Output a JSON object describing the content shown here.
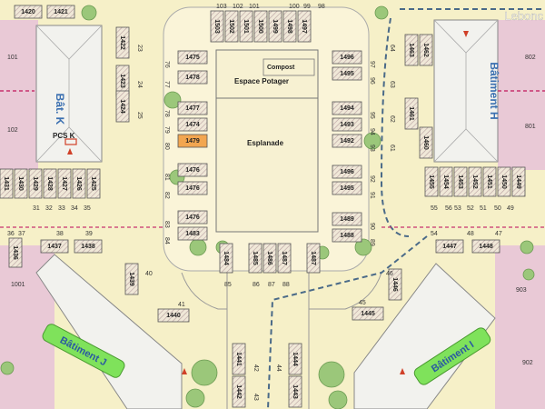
{
  "watermark": "Lebonc",
  "colors": {
    "ground": "#f6f0c8",
    "building_pink": "#e9c9d6",
    "roof": "#f2f2ee",
    "esplanade": "#f7f1d2",
    "parking": "#faf4d8",
    "hatch": "#b8a0a0",
    "highlight": "#f2a650",
    "green_label": "#7fe25b",
    "tree": "#9bc77a",
    "accent_red": "#d04028",
    "dash_blue": "#4a6a88",
    "pink_dash": "#c8326e",
    "label_blue": "#3a6fb0"
  },
  "buildings": {
    "k": "Bât. K",
    "h": "Bâtiment H",
    "j": "Bâtiment J",
    "i": "Bâtiment I"
  },
  "zones": {
    "compost": "Compost",
    "potager": "Espace Potager",
    "esplanade": "Esplanade",
    "pcs": "PCS K"
  },
  "slots": [
    {
      "n": "1420",
      "t": ""
    },
    {
      "n": "1421",
      "t": ""
    },
    {
      "n": "1503",
      "t": ""
    },
    {
      "n": "1502",
      "t": ""
    },
    {
      "n": "1501",
      "t": ""
    },
    {
      "n": "1500",
      "t": ""
    },
    {
      "n": "1499",
      "t": ""
    },
    {
      "n": "1498",
      "t": ""
    },
    {
      "n": "1497",
      "t": ""
    },
    {
      "n": "1475",
      "t": ""
    },
    {
      "n": "1478",
      "t": ""
    },
    {
      "n": "1477",
      "t": ""
    },
    {
      "n": "1474",
      "t": ""
    },
    {
      "n": "1479",
      "t": "hl"
    },
    {
      "n": "1476",
      "t": ""
    },
    {
      "n": "1476",
      "t": ""
    },
    {
      "n": "1476",
      "t": ""
    },
    {
      "n": "1483",
      "t": ""
    },
    {
      "n": "1496",
      "t": ""
    },
    {
      "n": "1495",
      "t": ""
    },
    {
      "n": "1494",
      "t": ""
    },
    {
      "n": "1493",
      "t": ""
    },
    {
      "n": "1492",
      "t": ""
    },
    {
      "n": "1496",
      "t": ""
    },
    {
      "n": "1495",
      "t": ""
    },
    {
      "n": "1489",
      "t": ""
    },
    {
      "n": "1488",
      "t": ""
    },
    {
      "n": "1484",
      "t": ""
    },
    {
      "n": "1485",
      "t": ""
    },
    {
      "n": "1486",
      "t": ""
    },
    {
      "n": "1487",
      "t": ""
    },
    {
      "n": "1487",
      "t": ""
    },
    {
      "n": "1422",
      "t": ""
    },
    {
      "n": "1423",
      "t": ""
    },
    {
      "n": "1424",
      "t": ""
    },
    {
      "n": "1431",
      "t": ""
    },
    {
      "n": "1430",
      "t": ""
    },
    {
      "n": "1429",
      "t": ""
    },
    {
      "n": "1428",
      "t": ""
    },
    {
      "n": "1427",
      "t": ""
    },
    {
      "n": "1426",
      "t": ""
    },
    {
      "n": "1425",
      "t": ""
    },
    {
      "n": "1437",
      "t": ""
    },
    {
      "n": "1438",
      "t": ""
    },
    {
      "n": "1436",
      "t": ""
    },
    {
      "n": "1439",
      "t": ""
    },
    {
      "n": "1440",
      "t": ""
    },
    {
      "n": "1463",
      "t": ""
    },
    {
      "n": "1462",
      "t": ""
    },
    {
      "n": "1461",
      "t": ""
    },
    {
      "n": "1460",
      "t": ""
    },
    {
      "n": "1455",
      "t": ""
    },
    {
      "n": "1454",
      "t": ""
    },
    {
      "n": "1453",
      "t": ""
    },
    {
      "n": "1452",
      "t": ""
    },
    {
      "n": "1451",
      "t": ""
    },
    {
      "n": "1450",
      "t": ""
    },
    {
      "n": "1449",
      "t": ""
    },
    {
      "n": "1447",
      "t": ""
    },
    {
      "n": "1448",
      "t": ""
    },
    {
      "n": "1446",
      "t": ""
    },
    {
      "n": "1445",
      "t": ""
    },
    {
      "n": "1441",
      "t": ""
    },
    {
      "n": "1442",
      "t": ""
    },
    {
      "n": "1444",
      "t": ""
    },
    {
      "n": "1443",
      "t": ""
    }
  ],
  "numbers": [
    "103",
    "102",
    "101",
    "100",
    "99",
    "98",
    "76",
    "77",
    "78",
    "79",
    "80",
    "81",
    "82",
    "83",
    "84",
    "97",
    "96",
    "95",
    "94",
    "93",
    "92",
    "91",
    "90",
    "89",
    "85",
    "86",
    "87",
    "88",
    "23",
    "24",
    "25",
    "101",
    "102",
    "31",
    "32",
    "33",
    "34",
    "35",
    "36",
    "37",
    "38",
    "39",
    "40",
    "41",
    "42",
    "43",
    "64",
    "63",
    "62",
    "61",
    "55",
    "56",
    "54",
    "53",
    "52",
    "51",
    "50",
    "49",
    "48",
    "47",
    "46",
    "45",
    "44",
    "802",
    "801",
    "1001",
    "903",
    "902"
  ]
}
